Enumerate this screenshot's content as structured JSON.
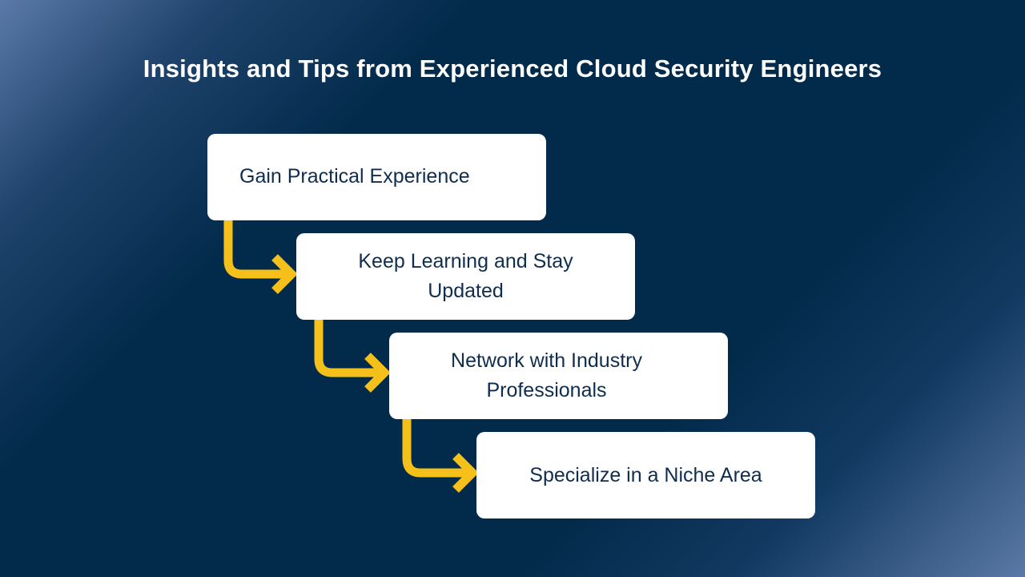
{
  "title": "Insights and Tips from Experienced Cloud Security Engineers",
  "steps": [
    {
      "label": "Gain Practical Experience"
    },
    {
      "label": "Keep Learning and Stay Updated"
    },
    {
      "label": "Network with Industry Professionals"
    },
    {
      "label": "Specialize in a Niche Area"
    }
  ],
  "colors": {
    "background": "#022a4a",
    "arrow": "#f5c01a",
    "box": "#ffffff",
    "text": "#0f2d4f"
  }
}
